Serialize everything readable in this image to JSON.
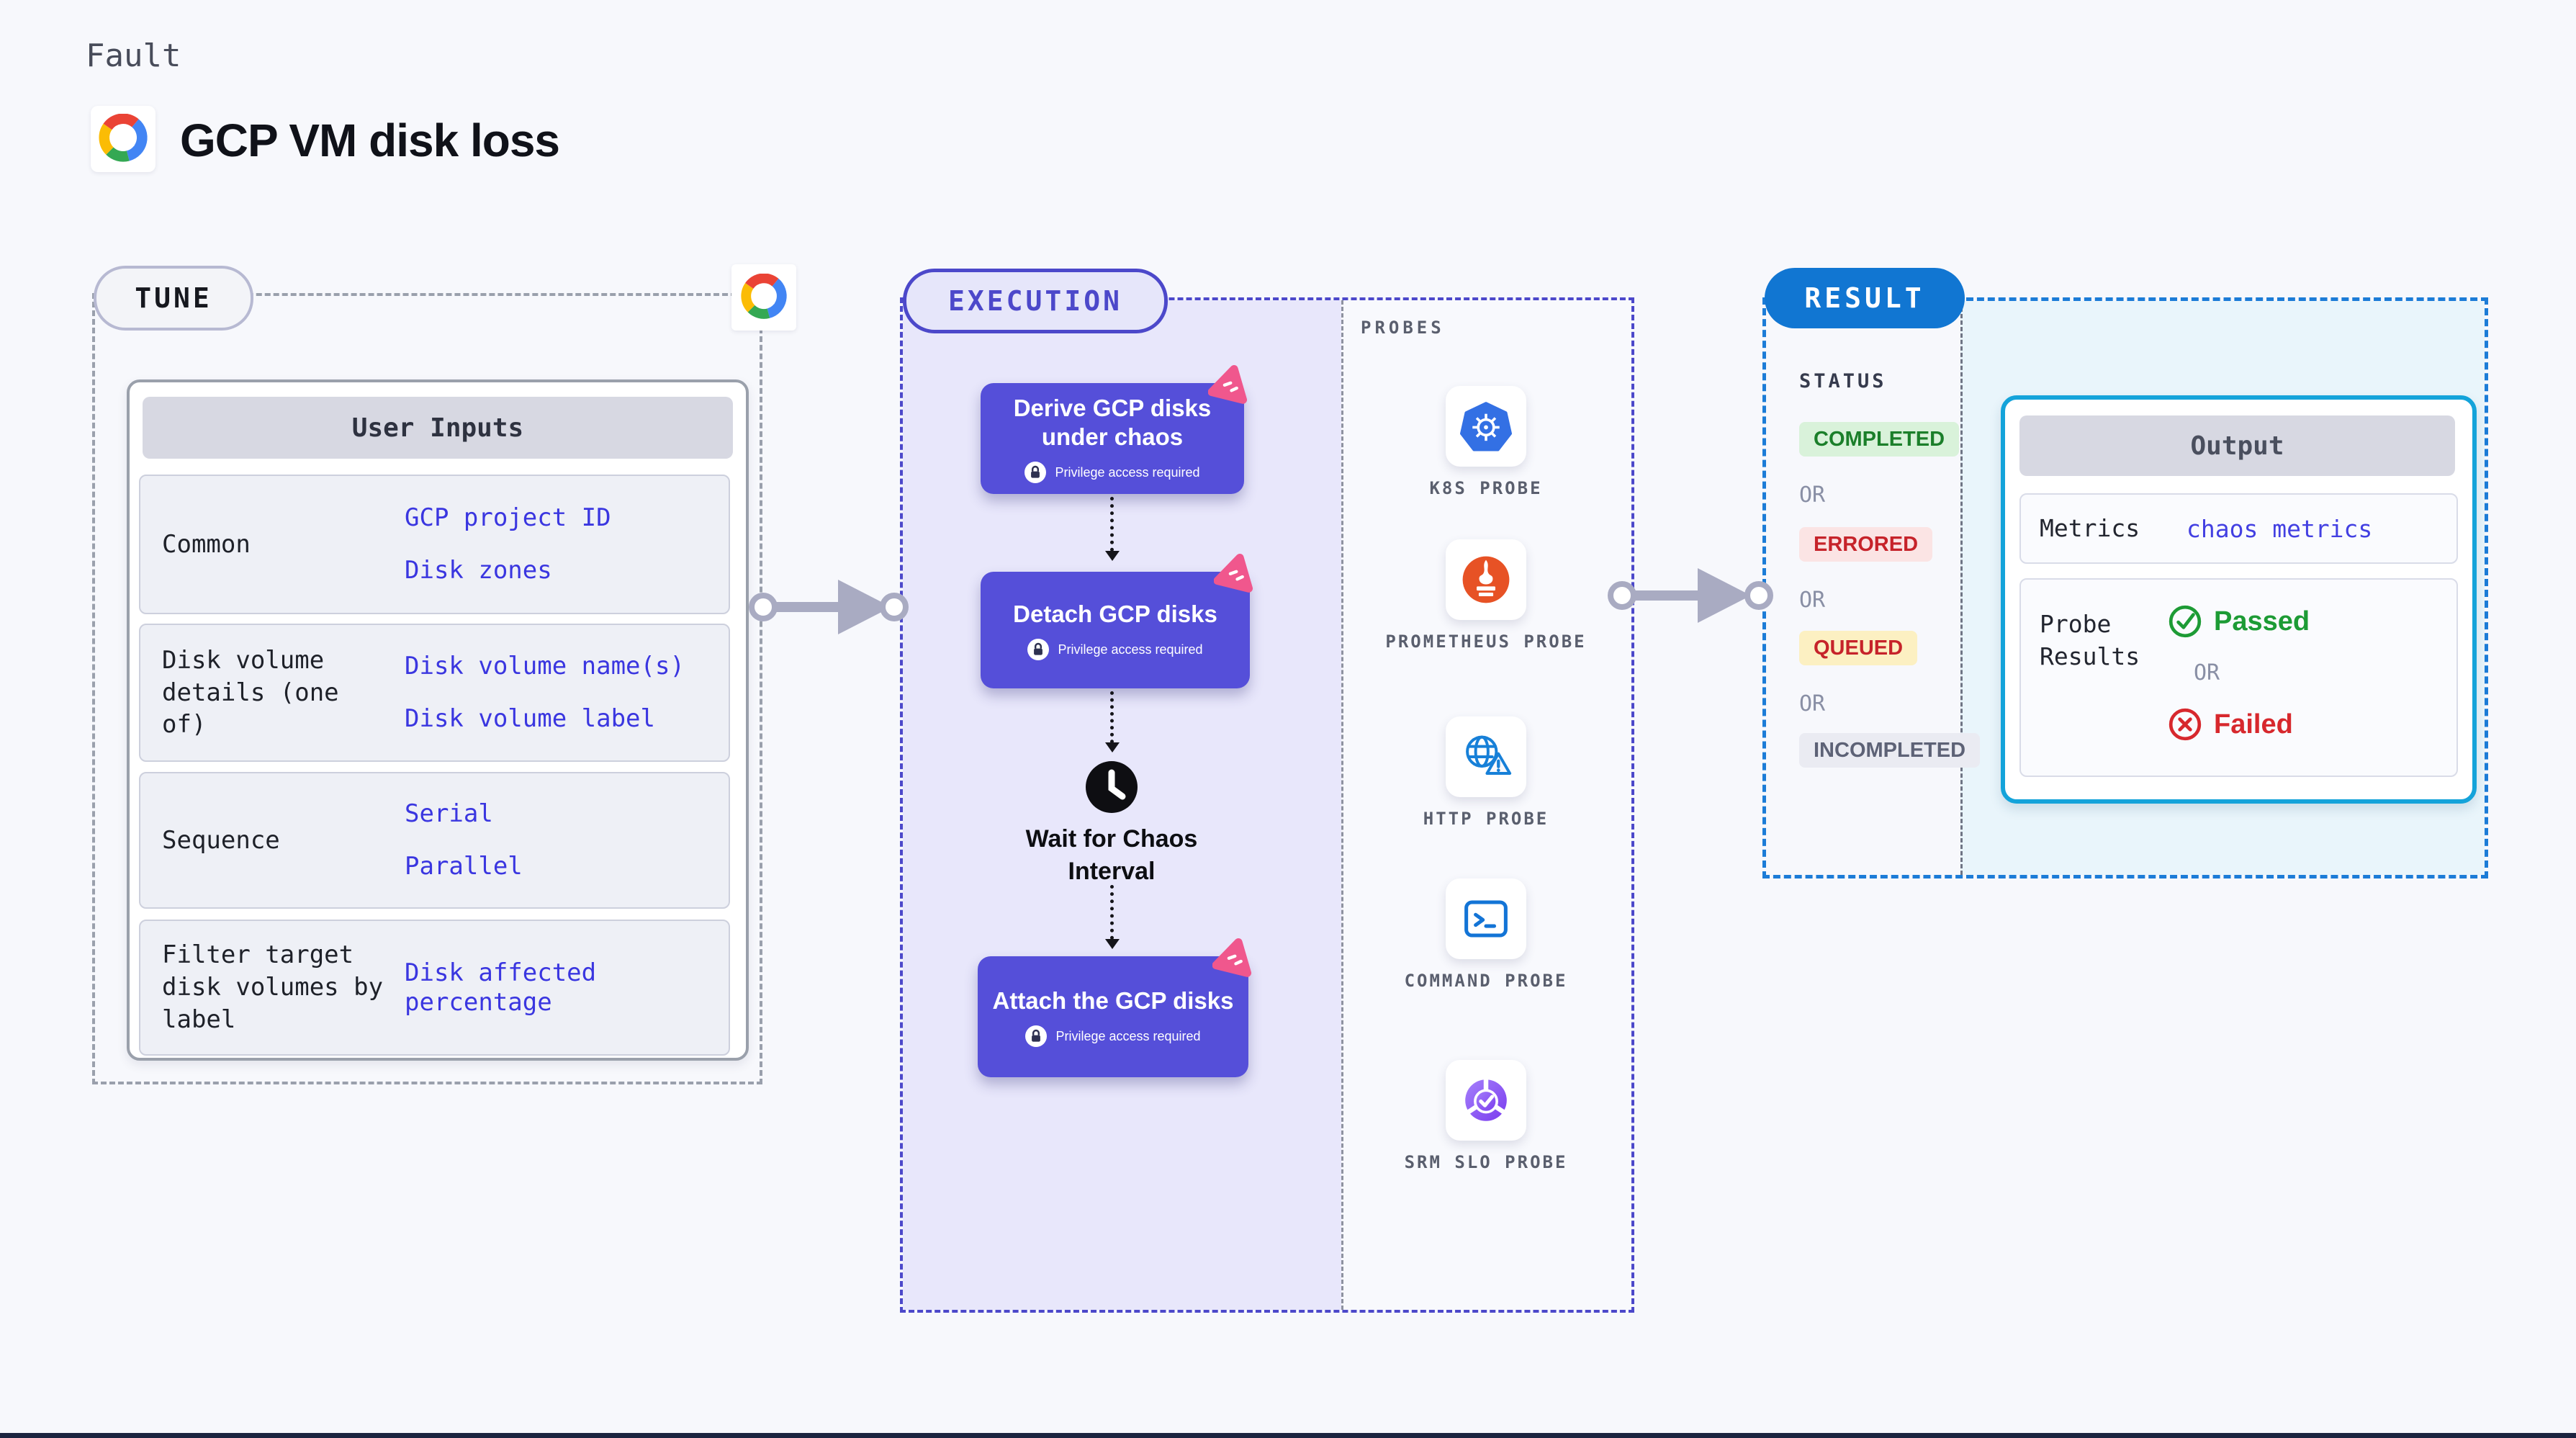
{
  "header": {
    "kicker": "Fault",
    "title": "GCP VM disk loss",
    "logo": "gcp-cloud-icon"
  },
  "tune": {
    "badge": "TUNE",
    "corner_icon": "gcp-cloud-icon",
    "user_inputs": {
      "title": "User Inputs",
      "rows": [
        {
          "label": "Common",
          "values": [
            "GCP project ID",
            "Disk zones"
          ]
        },
        {
          "label": "Disk volume details (one of)",
          "values": [
            "Disk volume name(s)",
            "Disk volume label"
          ]
        },
        {
          "label": "Sequence",
          "values": [
            "Serial",
            "Parallel"
          ]
        },
        {
          "label": "Filter target disk volumes by label",
          "values": [
            "Disk affected percentage"
          ]
        }
      ]
    }
  },
  "execution": {
    "badge": "EXECUTION",
    "steps": [
      {
        "title": "Derive GCP disks under chaos",
        "privilege_note": "Privilege access required",
        "icon": "chaos-icon"
      },
      {
        "title": "Detach GCP disks",
        "privilege_note": "Privilege access required",
        "icon": "chaos-icon"
      },
      {
        "title": "Attach the GCP disks",
        "privilege_note": "Privilege access required",
        "icon": "chaos-icon"
      }
    ],
    "wait_step": "Wait for Chaos Interval"
  },
  "probes": {
    "title": "PROBES",
    "items": [
      {
        "label": "K8S PROBE",
        "icon": "kubernetes-icon"
      },
      {
        "label": "PROMETHEUS PROBE",
        "icon": "prometheus-icon"
      },
      {
        "label": "HTTP PROBE",
        "icon": "globe-warning-icon"
      },
      {
        "label": "COMMAND PROBE",
        "icon": "terminal-icon"
      },
      {
        "label": "SRM SLO PROBE",
        "icon": "slo-check-icon"
      }
    ]
  },
  "result": {
    "badge": "RESULT",
    "status": {
      "title": "STATUS",
      "or": "OR",
      "items": [
        {
          "label": "COMPLETED",
          "bg": "#d9f2da",
          "text": "#1b7f2a"
        },
        {
          "label": "ERRORED",
          "bg": "#fbe4e4",
          "text": "#c6232a"
        },
        {
          "label": "QUEUED",
          "bg": "#fcf0c2",
          "text": "#c6232a"
        },
        {
          "label": "INCOMPLETED",
          "bg": "#eaebf2",
          "text": "#5d6276"
        }
      ]
    },
    "output": {
      "title": "Output",
      "metrics": {
        "label": "Metrics",
        "value": "chaos metrics"
      },
      "probe_results": {
        "label": "Probe Results",
        "passed": "Passed",
        "or": "OR",
        "failed": "Failed"
      }
    }
  },
  "colors": {
    "page_bg": "#f7f8fc",
    "accent_indigo": "#4c48ca",
    "node_fill": "#554fd9",
    "execution_panel": "#e8e7fb",
    "result_blue": "#1176d2",
    "result_panel": "#e9f5fb",
    "output_border": "#14a3da",
    "value_text": "#3a36e0",
    "passed_green": "#1d9b35",
    "failed_red": "#d7282d",
    "chaos_pink": "#f0578d",
    "arrow_gray": "#a9abc2",
    "kubernetes_blue": "#3370e4",
    "prometheus_orange": "#e75225"
  }
}
